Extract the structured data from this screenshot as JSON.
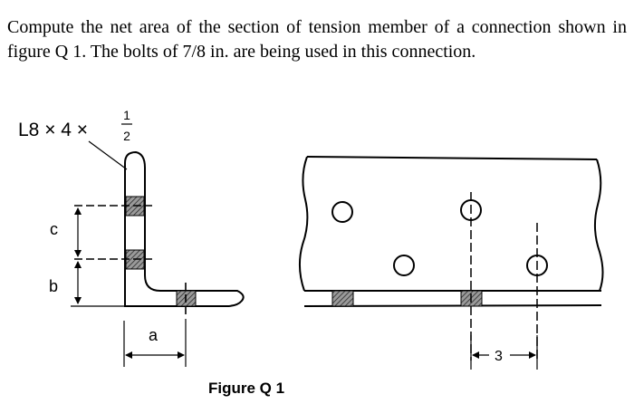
{
  "problem": {
    "text": "Compute the net area of the section of tension member of a connection shown in figure Q 1. The bolts of 7/8 in. are being used in this connection."
  },
  "figure": {
    "angle_label": "L8 × 4 × ",
    "angle_frac_num": "1",
    "angle_frac_den": "2",
    "dim_c": "c",
    "dim_b": "b",
    "dim_a": "a",
    "dim_spacing": "3",
    "caption": "Figure Q 1"
  },
  "colors": {
    "ink": "#000000",
    "hatch_fill": "#8a8a8a"
  }
}
